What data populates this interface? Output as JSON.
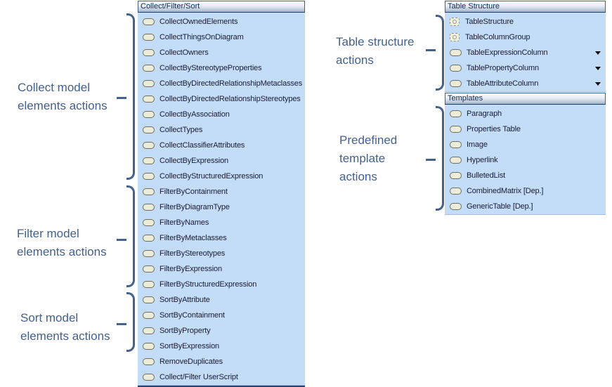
{
  "colors": {
    "panel_body_blue": "#C3DDF8",
    "panel_header_border_navy": "#223E6E",
    "panel_bottom_line_navy": "#26427A",
    "action_icon_beige": "#ECECD8",
    "annotation_blue": "#44618C",
    "header_text_navy": "#12264C"
  },
  "annotations": [
    {
      "id": "collect",
      "lines": [
        "Collect model",
        "elements actions"
      ]
    },
    {
      "id": "filter",
      "lines": [
        "Filter model",
        "elements actions"
      ]
    },
    {
      "id": "sort",
      "lines": [
        "Sort model",
        "elements actions"
      ]
    },
    {
      "id": "table-structure",
      "lines": [
        "Table structure",
        "actions"
      ]
    },
    {
      "id": "predefined-template",
      "lines": [
        "Predefined",
        "template",
        "actions"
      ]
    }
  ],
  "panels": {
    "collect_filter_sort": {
      "title": "Collect/Filter/Sort",
      "items": [
        {
          "label": "CollectOwnedElements",
          "icon": "action-oval"
        },
        {
          "label": "CollectThingsOnDiagram",
          "icon": "action-oval"
        },
        {
          "label": "CollectOwners",
          "icon": "action-oval"
        },
        {
          "label": "CollectByStereotypeProperties",
          "icon": "action-oval"
        },
        {
          "label": "CollectByDirectedRelationshipMetaclasses",
          "icon": "action-oval"
        },
        {
          "label": "CollectByDirectedRelationshipStereotypes",
          "icon": "action-oval"
        },
        {
          "label": "CollectByAssociation",
          "icon": "action-oval"
        },
        {
          "label": "CollectTypes",
          "icon": "action-oval"
        },
        {
          "label": "CollectClassifierAttributes",
          "icon": "action-oval"
        },
        {
          "label": "CollectByExpression",
          "icon": "action-oval"
        },
        {
          "label": "CollectByStructuredExpression",
          "icon": "action-oval"
        },
        {
          "label": "FilterByContainment",
          "icon": "action-oval"
        },
        {
          "label": "FilterByDiagramType",
          "icon": "action-oval"
        },
        {
          "label": "FilterByNames",
          "icon": "action-oval"
        },
        {
          "label": "FilterByMetaclasses",
          "icon": "action-oval"
        },
        {
          "label": "FilterByStereotypes",
          "icon": "action-oval"
        },
        {
          "label": "FilterByExpression",
          "icon": "action-oval"
        },
        {
          "label": "FilterByStructuredExpression",
          "icon": "action-oval"
        },
        {
          "label": "SortByAttribute",
          "icon": "action-oval"
        },
        {
          "label": "SortByContainment",
          "icon": "action-oval"
        },
        {
          "label": "SortByProperty",
          "icon": "action-oval"
        },
        {
          "label": "SortByExpression",
          "icon": "action-oval"
        },
        {
          "label": "RemoveDuplicates",
          "icon": "action-oval"
        },
        {
          "label": "Collect/Filter UserScript",
          "icon": "action-oval"
        }
      ]
    },
    "table_structure": {
      "title": "Table Structure",
      "items": [
        {
          "label": "TableStructure",
          "icon": "group-dashed"
        },
        {
          "label": "TableColumnGroup",
          "icon": "group-dashed"
        },
        {
          "label": "TableExpressionColumn",
          "icon": "action-oval",
          "dropdown": true
        },
        {
          "label": "TablePropertyColumn",
          "icon": "action-oval",
          "dropdown": true
        },
        {
          "label": "TableAttributeColumn",
          "icon": "action-oval",
          "dropdown": true
        }
      ]
    },
    "templates": {
      "title": "Templates",
      "items": [
        {
          "label": "Paragraph",
          "icon": "action-oval"
        },
        {
          "label": "Properties Table",
          "icon": "action-oval"
        },
        {
          "label": "Image",
          "icon": "action-oval"
        },
        {
          "label": "Hyperlink",
          "icon": "action-oval"
        },
        {
          "label": "BulletedList",
          "icon": "action-oval"
        },
        {
          "label": "CombinedMatrix [Dep.]",
          "icon": "action-oval"
        },
        {
          "label": "GenericTable [Dep.]",
          "icon": "action-oval"
        }
      ]
    }
  }
}
